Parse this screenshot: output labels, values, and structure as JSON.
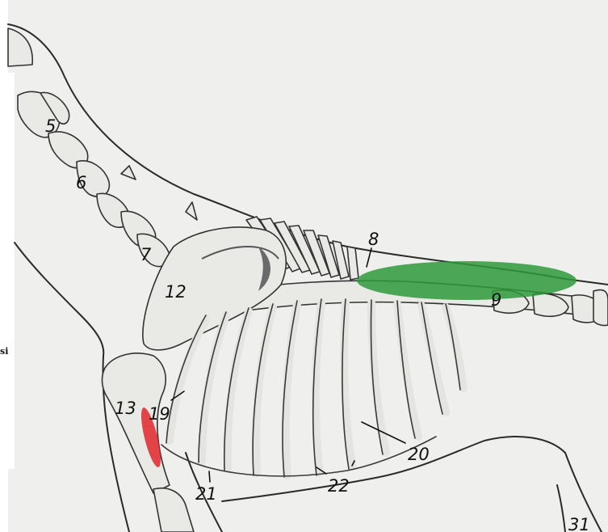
{
  "labels": {
    "l5": "5",
    "l6": "6",
    "l7": "7",
    "l8": "8",
    "l9": "9",
    "l12": "12",
    "l13": "13",
    "l19": "19",
    "l20": "20",
    "l21": "21",
    "l22": "22",
    "l31": "31",
    "side_fragment": "si"
  },
  "highlights": {
    "green_color": "#2e9a3a",
    "red_color": "#e0262a"
  }
}
